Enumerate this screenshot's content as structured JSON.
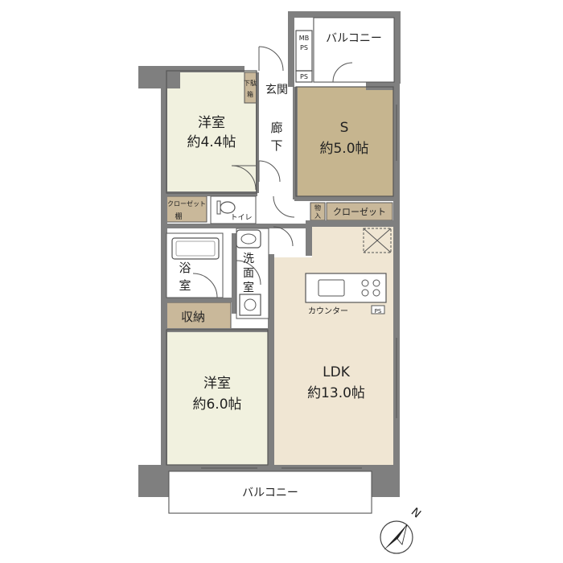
{
  "floorplan": {
    "rooms": {
      "western_room_1": {
        "name": "洋室",
        "size": "約4.4帖"
      },
      "s_room": {
        "name": "S",
        "size": "約5.0帖"
      },
      "western_room_2": {
        "name": "洋室",
        "size": "約6.0帖"
      },
      "ldk": {
        "name": "LDK",
        "size": "約13.0帖"
      }
    },
    "labels": {
      "balcony_top": "バルコニー",
      "balcony_bottom": "バルコニー",
      "entrance": "玄関",
      "shoe_box_1": "下駄",
      "shoe_box_2": "箱",
      "corridor_1": "廊",
      "corridor_2": "下",
      "mb": "MB",
      "ps_1": "PS",
      "ps_2": "PS",
      "ps_3": "PS",
      "closet_1": "クローゼット",
      "shelf": "棚",
      "toilet": "トイレ",
      "storage_1": "物",
      "storage_2": "入",
      "closet_2": "クローゼット",
      "bath_1": "浴",
      "bath_2": "室",
      "wash_1": "洗",
      "wash_2": "面",
      "wash_3": "室",
      "shuno": "収納",
      "counter": "カウンター",
      "north": "N"
    },
    "colors": {
      "wall": "#7f7f7f",
      "western_room": "#f1f1df",
      "s_room": "#c6b58f",
      "ldk": "#f0e6d3",
      "storage": "#c9b89a",
      "wet_area": "#ffffff",
      "balcony": "#ffffff"
    }
  }
}
